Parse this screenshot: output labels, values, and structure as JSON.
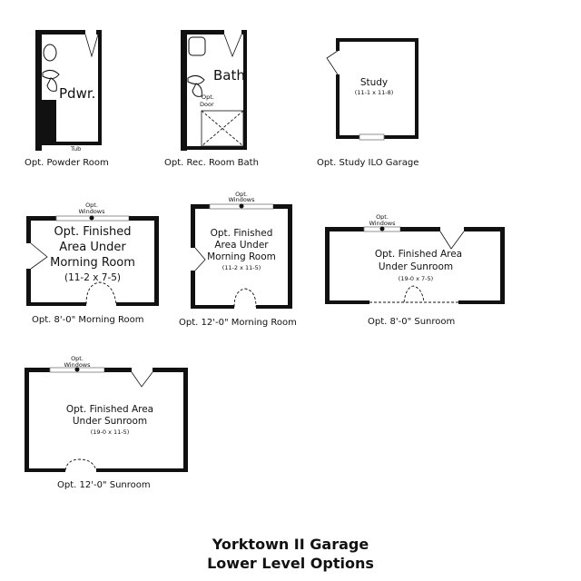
{
  "plans": {
    "powder": {
      "caption": "Opt. Powder Room",
      "room": "Pdwr.",
      "tub": "Tub"
    },
    "bath": {
      "caption": "Opt. Rec. Room Bath",
      "room": "Bath",
      "door_1": "Opt.",
      "door_2": "Door"
    },
    "study": {
      "caption": "Opt. Study ILO Garage",
      "room": "Study",
      "dims": "(11-1 x 11-8)"
    },
    "morning8": {
      "caption": "Opt. 8'-0\" Morning Room",
      "windows_1": "Opt.",
      "windows_2": "Windows",
      "room_1": "Opt. Finished",
      "room_2": "Area Under",
      "room_3": "Morning Room",
      "dims": "(11-2 x 7-5)"
    },
    "morning12": {
      "caption": "Opt. 12'-0\" Morning Room",
      "windows_1": "Opt.",
      "windows_2": "Windows",
      "room_1": "Opt. Finished",
      "room_2": "Area Under",
      "room_3": "Morning Room",
      "dims": "(11-2 x 11-5)"
    },
    "sun8": {
      "caption": "Opt. 8'-0\" Sunroom",
      "windows_1": "Opt.",
      "windows_2": "Windows",
      "room_1": "Opt. Finished Area",
      "room_2": "Under Sunroom",
      "dims": "(19-0 x 7-5)"
    },
    "sun12": {
      "caption": "Opt. 12'-0\" Sunroom",
      "windows_1": "Opt.",
      "windows_2": "Windows",
      "room_1": "Opt. Finished Area",
      "room_2": "Under Sunroom",
      "dims": "(19-0 x 11-5)"
    }
  },
  "title": {
    "line1": "Yorktown II Garage",
    "line2": "Lower Level Options"
  }
}
